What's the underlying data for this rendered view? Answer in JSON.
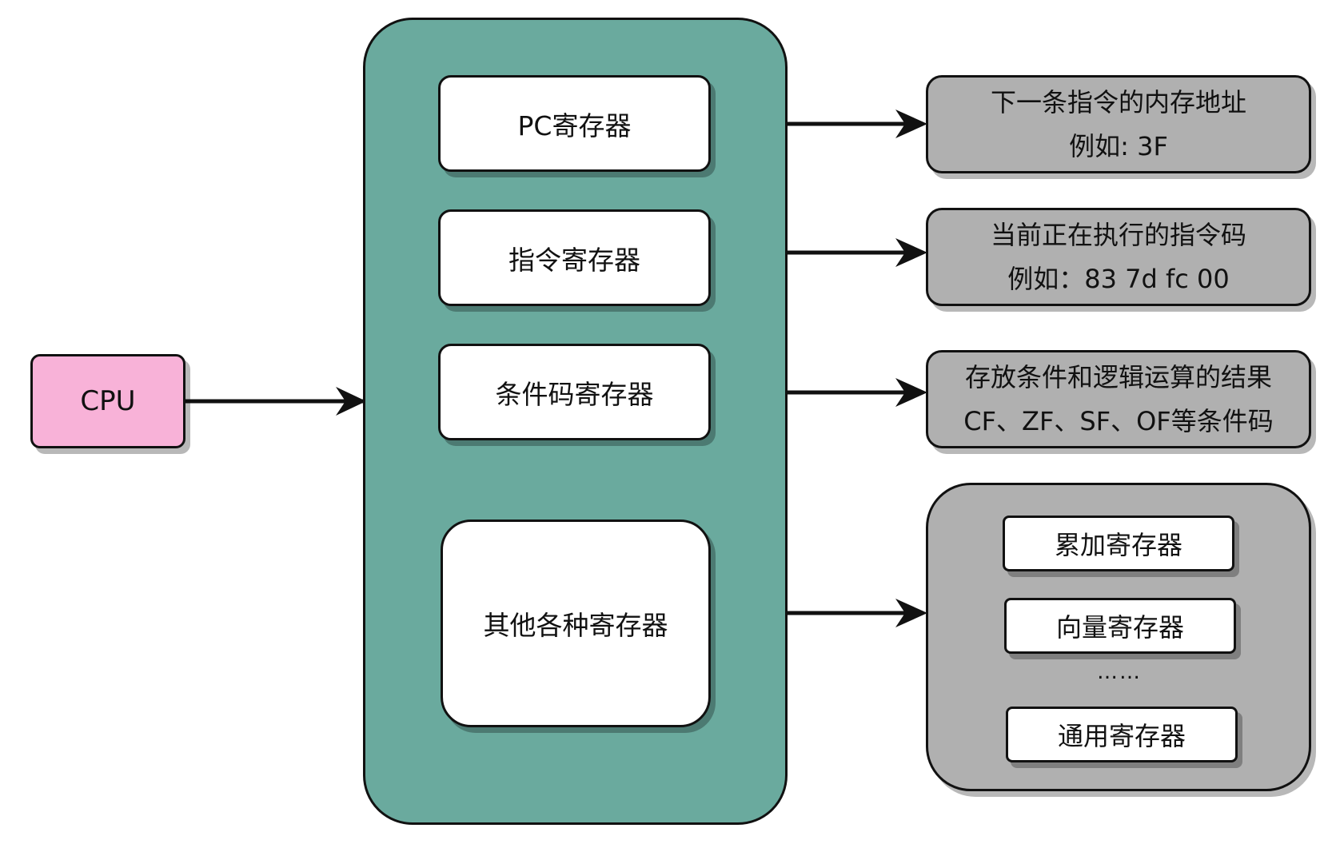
{
  "cpu": {
    "label": "CPU"
  },
  "registers": [
    {
      "label": "PC寄存器"
    },
    {
      "label": "指令寄存器"
    },
    {
      "label": "条件码寄存器"
    },
    {
      "label": "其他各种寄存器"
    }
  ],
  "descriptions": [
    {
      "line1": "下一条指令的内存地址",
      "line2": "例如: 3F"
    },
    {
      "line1": "当前正在执行的指令码",
      "line2": "例如：83 7d fc 00"
    },
    {
      "line1": "存放条件和逻辑运算的结果",
      "line2": "CF、ZF、SF、OF等条件码"
    }
  ],
  "other_registers": {
    "items": [
      "累加寄存器",
      "向量寄存器",
      "通用寄存器"
    ],
    "ellipsis": "……"
  },
  "colors": {
    "cpu_fill": "#f8b2d8",
    "group_fill": "#6aaa9e",
    "info_fill": "#b0b0b0",
    "register_fill": "#ffffff"
  }
}
